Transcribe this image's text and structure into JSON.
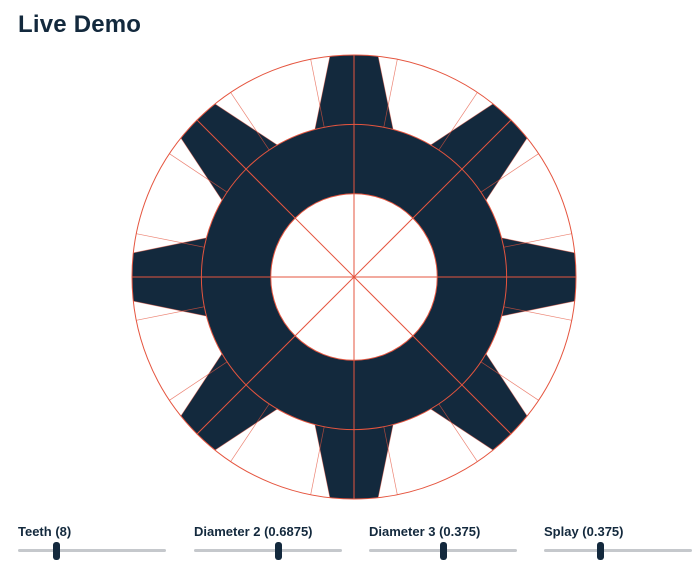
{
  "page": {
    "title": "Live Demo"
  },
  "gear": {
    "teeth": 8,
    "diameter_2": 0.6875,
    "diameter_3": 0.375,
    "splay": 0.375,
    "colors": {
      "fill": "#13293d",
      "guide": "#e5553f"
    }
  },
  "controls": [
    {
      "label": "Teeth (8)",
      "value": 8,
      "position": 0.26
    },
    {
      "label": "Diameter 2 (0.6875)",
      "value": 0.6875,
      "position": 0.57
    },
    {
      "label": "Diameter 3 (0.375)",
      "value": 0.375,
      "position": 0.5
    },
    {
      "label": "Splay (0.375)",
      "value": 0.375,
      "position": 0.38
    }
  ]
}
